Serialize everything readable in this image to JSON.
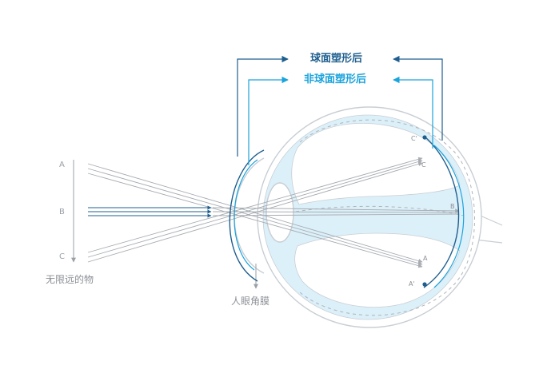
{
  "labels": {
    "spherical": "球面塑形后",
    "aspherical": "非球面塑形后",
    "far_object": "无限远的物",
    "cornea": "人眼角膜"
  },
  "object_points": [
    "A",
    "B",
    "C"
  ],
  "image_points": {
    "c": "C",
    "c_prime": "C'",
    "b": "B",
    "a": "A",
    "a_prime": "A'"
  },
  "colors": {
    "spherical": "#1f5f8f",
    "aspherical": "#1aa3dc",
    "eye_fill": "#dcf0fa",
    "eye_outline": "#c9ced3",
    "ray": "#a7acb2",
    "ray_blue": "#1f5f8f"
  }
}
